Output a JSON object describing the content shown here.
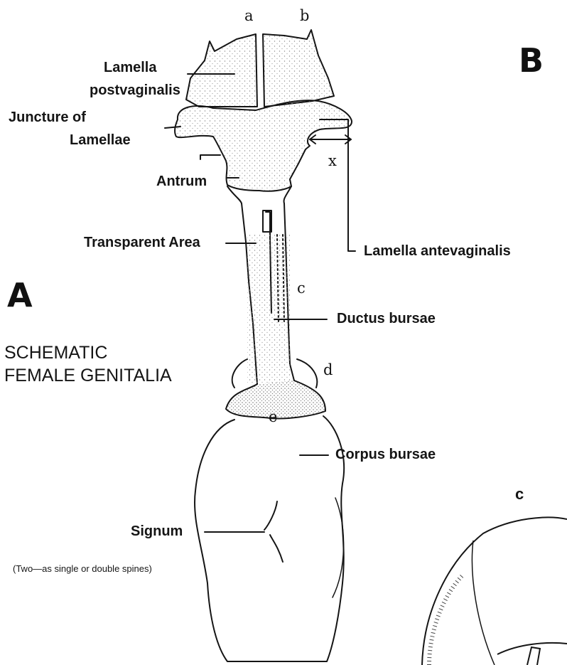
{
  "panel_letters": {
    "a_panel": "A",
    "b_panel": "B",
    "c_panel": "c"
  },
  "figure_title": {
    "line1": "SCHEMATIC",
    "line2": "FEMALE GENITALIA"
  },
  "part_letters": {
    "a": "a",
    "b": "b",
    "c": "c",
    "d": "d",
    "e": "e",
    "x": "x"
  },
  "labels": {
    "lamella_postvaginalis_1": "Lamella",
    "lamella_postvaginalis_2": "postvaginalis",
    "juncture_1": "Juncture of",
    "juncture_2": "Lamellae",
    "antrum": "Antrum",
    "transparent_area": "Transparent Area",
    "lamella_antevaginalis": "Lamella antevaginalis",
    "ductus_bursae": "Ductus bursae",
    "corpus_bursae": "Corpus bursae",
    "signum": "Signum",
    "signum_note": "(Two—as single or double spines)"
  },
  "colors": {
    "ink": "#151515",
    "stipple": "#8a8a8a",
    "paper": "#ffffff"
  }
}
